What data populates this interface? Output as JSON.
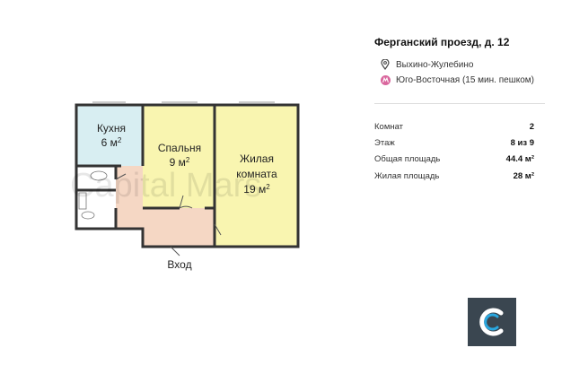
{
  "plan": {
    "rooms": {
      "kitchen": {
        "name": "Кухня",
        "area": "6 м",
        "sup": "2"
      },
      "bedroom": {
        "name": "Спальня",
        "area": "9 м",
        "sup": "2"
      },
      "living": {
        "name_line1": "Жилая",
        "name_line2": "комната",
        "area": "19 м",
        "sup": "2"
      }
    },
    "entrance": "Вход",
    "watermark": "Capital Mars"
  },
  "listing": {
    "address": "Ферганский проезд, д. 12",
    "district": "Выхино-Жулебино",
    "metro": "Юго-Восточная (15 мин. пешком)",
    "metro_color": "#d9669d",
    "details": [
      {
        "label": "Комнат",
        "value": "2"
      },
      {
        "label": "Этаж",
        "value": "8 из 9"
      },
      {
        "label": "Общая площадь",
        "value": "44.4 м²"
      },
      {
        "label": "Жилая площадь",
        "value": "28 м²"
      }
    ]
  },
  "icons": {
    "district": "location-pin-icon",
    "metro": "metro-icon",
    "logo": "capital-mars-logo-icon"
  },
  "colors": {
    "kitchen": "#d8eef2",
    "rooms": "#f9f5b0",
    "corridor": "#f5d7c4",
    "walls": "#333333",
    "logo_bg": "#3a4650",
    "logo_accent": "#2aa8e0"
  }
}
